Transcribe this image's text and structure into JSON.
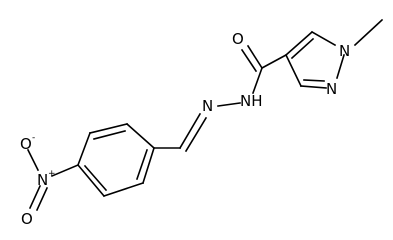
{
  "molecule": {
    "atoms": {
      "carbonyl_oxygen": "O",
      "amide_nh": "NH",
      "imine_n": "N",
      "pyrazole_n1": "N",
      "pyrazole_n2": "N",
      "nitro_n": "N",
      "nitro_n_charge": "+",
      "nitro_o_upper": "O",
      "nitro_o_upper_charge": "-",
      "nitro_o_lower": "O"
    }
  }
}
